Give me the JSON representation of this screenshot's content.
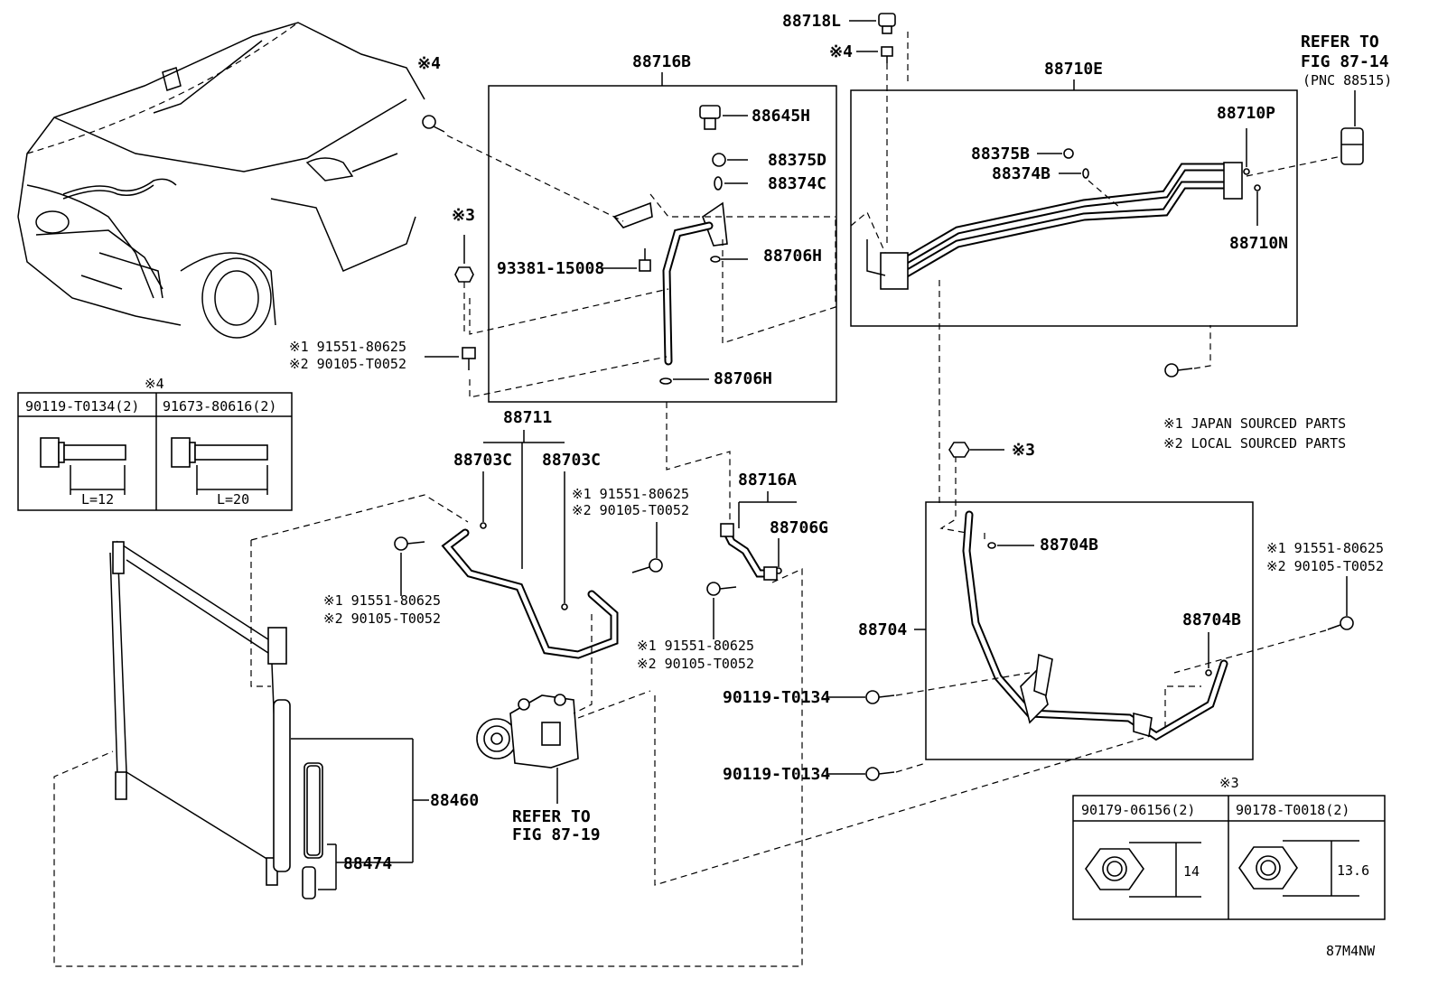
{
  "labels": {
    "p88718L": "88718L",
    "n4_top": "※4",
    "n4_left": "※4",
    "p88716B": "88716B",
    "p88710E": "88710E",
    "refer_top_1": "REFER TO",
    "refer_top_2": "FIG 87-14",
    "refer_top_3": "(PNC 88515)",
    "p88645H": "88645H",
    "p88375D": "88375D",
    "p88374C": "88374C",
    "p88706H_a": "88706H",
    "p88706H_b": "88706H",
    "p93381": "93381-15008",
    "n3_left": "※3",
    "b1_j": "※1 91551-80625",
    "b1_l": "※2 90105-T0052",
    "p88375B": "88375B",
    "p88374B": "88374B",
    "p88710P": "88710P",
    "p88710N": "88710N",
    "p88711": "88711",
    "p88703C_a": "88703C",
    "p88703C_b": "88703C",
    "b2_j": "※1 91551-80625",
    "b2_l": "※2 90105-T0052",
    "b3_j": "※1 91551-80625",
    "b3_l": "※2 90105-T0052",
    "b4_j": "※1 91551-80625",
    "b4_l": "※2 90105-T0052",
    "b5_j": "※1 91551-80625",
    "b5_l": "※2 90105-T0052",
    "p88716A": "88716A",
    "p88706G": "88706G",
    "n3_mid": "※3",
    "p88704B_a": "88704B",
    "p88704B_b": "88704B",
    "p88704": "88704",
    "p90119_a": "90119-T0134",
    "p90119_b": "90119-T0134",
    "p88460": "88460",
    "p88474": "88474",
    "refer_bot_1": "REFER TO",
    "refer_bot_2": "FIG 87-19",
    "n3_table": "※3",
    "code": "87M4NW"
  },
  "legend": {
    "note1": "※1 JAPAN SOURCED PARTS",
    "note2": "※2 LOCAL SOURCED PARTS"
  },
  "table4": {
    "col1": "90119-T0134(2)",
    "col2": "91673-80616(2)",
    "dim1": "L=12",
    "dim2": "L=20"
  },
  "table3": {
    "col1": "90179-06156(2)",
    "col2": "90178-T0018(2)",
    "dim1": "14",
    "dim2": "13.6"
  }
}
